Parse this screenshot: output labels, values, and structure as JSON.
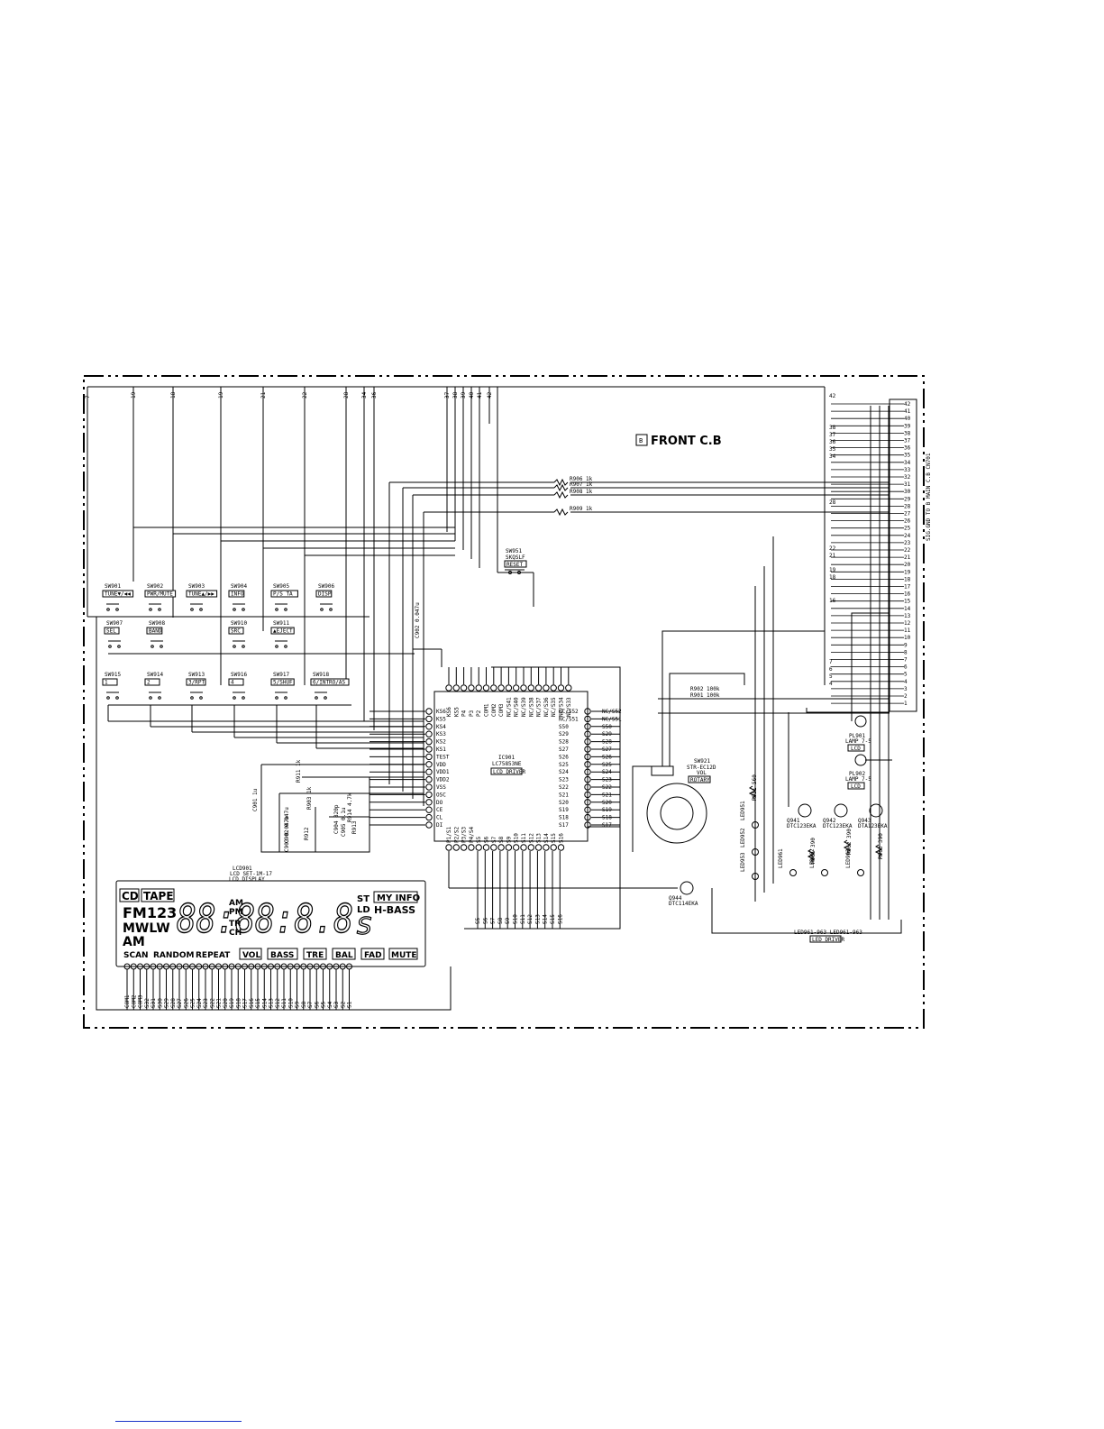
{
  "board": {
    "marker": "B",
    "title": "FRONT C.B"
  },
  "connector_side_note": "SIG.GND TO B MAIN C.B CN701",
  "top_bus_labels": [
    "7",
    "19",
    "18",
    "19",
    "21",
    "22",
    "28",
    "34",
    "36",
    "37",
    "38",
    "39",
    "40",
    "41",
    "42"
  ],
  "right_connector_pins": [
    "42",
    "41",
    "40",
    "39",
    "38",
    "37",
    "36",
    "35",
    "34",
    "33",
    "32",
    "31",
    "30",
    "29",
    "28",
    "27",
    "26",
    "25",
    "24",
    "23",
    "22",
    "21",
    "20",
    "19",
    "18",
    "17",
    "16",
    "15",
    "14",
    "13",
    "12",
    "11",
    "10",
    "9",
    "8",
    "7",
    "6",
    "5",
    "4",
    "3",
    "2",
    "1"
  ],
  "right_bus_labels": [
    "42",
    "38",
    "37",
    "36",
    "35",
    "34",
    "28",
    "22",
    "21",
    "19",
    "18",
    "16",
    "7",
    "6",
    "5",
    "4"
  ],
  "switch_row1": [
    {
      "ref": "SW901",
      "label": "TUNE▼/◀◀"
    },
    {
      "ref": "SW902",
      "label": "PWR/MUTE"
    },
    {
      "ref": "SW903",
      "label": "TUNE▲/▶▶"
    },
    {
      "ref": "SW904",
      "label": "INFO"
    },
    {
      "ref": "SW905",
      "label": "P/S  TA"
    },
    {
      "ref": "SW906",
      "label": "DISP"
    }
  ],
  "switch_row2": [
    {
      "ref": "SW907",
      "label": "SEL"
    },
    {
      "ref": "SW908",
      "label": "BAND"
    },
    {
      "ref": "SW910",
      "label": "SRC"
    },
    {
      "ref": "SW911",
      "label": "▲EJECT"
    }
  ],
  "switch_row3": [
    {
      "ref": "SW915",
      "label": "1"
    },
    {
      "ref": "SW914",
      "label": "2"
    },
    {
      "ref": "SW913",
      "label": "3/RPT"
    },
    {
      "ref": "SW916",
      "label": "4"
    },
    {
      "ref": "SW917",
      "label": "5/SHUF"
    },
    {
      "ref": "SW918",
      "label": "6/INTRO/AS"
    }
  ],
  "reset_switch": {
    "ref": "SW951",
    "value": "SKQSLF",
    "label": "RESET"
  },
  "resistors_top": [
    "R906 1k",
    "R907 1k",
    "R908 1k",
    "R909 1k"
  ],
  "resistors_mid": [
    "R901 100k",
    "R902 100k"
  ],
  "ic": {
    "ref": "IC901",
    "part": "LC75853NE",
    "label": "LCD DRIVER",
    "pins_left": [
      "KS6",
      "KS5",
      "KS4",
      "KS3",
      "KS2",
      "KS1",
      "TEST",
      "VDD",
      "VDD1",
      "VDD2",
      "VSS",
      "OSC",
      "DO",
      "CE",
      "CL",
      "DI"
    ],
    "pins_right": [
      "NC/S52",
      "NC/S51",
      "S50",
      "S29",
      "S28",
      "S27",
      "S26",
      "S25",
      "S24",
      "S23",
      "S22",
      "S21",
      "S20",
      "S19",
      "S18",
      "S17"
    ],
    "pins_top": [
      "KS6",
      "KS5",
      "P4",
      "P3",
      "P2",
      "COM1",
      "COM2",
      "COM3",
      "NC/S41",
      "NC/S40",
      "NC/S39",
      "NC/S38",
      "NC/S37",
      "NC/S36",
      "NC/S35",
      "NC/S34",
      "NC/S33"
    ],
    "pins_bottom": [
      "P1/S1",
      "P2/S2",
      "P3/S3",
      "P4/S4",
      "S5",
      "S6",
      "S7",
      "S8",
      "S9",
      "S10",
      "S11",
      "S12",
      "S13",
      "S14",
      "S15",
      "S16"
    ]
  },
  "ic_passives": [
    "R911 1k",
    "C901 1u",
    "C902 0.047u",
    "R903 1k",
    "C903 0.047u",
    "R912",
    "C904 820p",
    "R914 4.7k",
    "C905 0.1u",
    "R913"
  ],
  "lcd_ref": {
    "ref": "LCD901",
    "part": "LCD SET-1M-17",
    "label": "LCD DISPLAY"
  },
  "lcd_segments": {
    "cd": "CD",
    "tape": "TAPE",
    "fm": "FM123",
    "mwlw": "MWLW",
    "am": "AM",
    "am_small": "AM",
    "pm_small": "PM",
    "tr": "TR",
    "ch": "CH",
    "digits": "88:88:8.8",
    "s_char": "S",
    "st": "ST",
    "ld": "LD",
    "myinfo": "MY INFO",
    "hbass": "H-BASS",
    "scan": "SCAN",
    "random": "RANDOM",
    "repeat": "REPEAT",
    "vol": "VOL",
    "bass": "BASS",
    "tre": "TRE",
    "bal": "BAL",
    "fad": "FAD",
    "mute": "MUTE"
  },
  "lcd_bottom_pins": [
    "COM1",
    "COM2",
    "COM3",
    "S32",
    "S31",
    "S30",
    "S29",
    "S28",
    "S27",
    "S26",
    "S25",
    "S24",
    "S23",
    "S22",
    "S21",
    "S20",
    "S19",
    "S18",
    "S17",
    "S16",
    "S15",
    "S14",
    "S13",
    "S12",
    "S11",
    "S10",
    "S9",
    "S8",
    "S7",
    "S6",
    "S5",
    "S4",
    "S3",
    "S2",
    "S1"
  ],
  "ic_bottom_bus": [
    "S5",
    "S6",
    "S7",
    "S8",
    "S9",
    "S10",
    "S11",
    "S12",
    "S13",
    "S14",
    "S15",
    "S16"
  ],
  "encoder": {
    "ref": "SW921",
    "part": "STR-EC12D",
    "label": "VOL",
    "note": "ROTARY"
  },
  "lamps": [
    {
      "ref": "PL901",
      "part": "LAMP 7-5",
      "label": "LCD"
    },
    {
      "ref": "PL902",
      "part": "LAMP 7-5",
      "label": "LCD"
    }
  ],
  "transistors": [
    {
      "ref": "Q941",
      "part": "DTC123EKA"
    },
    {
      "ref": "Q942",
      "part": "DTC123EKA"
    },
    {
      "ref": "Q943",
      "part": "DTA123EKA"
    },
    {
      "ref": "Q944",
      "part": "DTC114EKA"
    }
  ],
  "led_resistors": [
    "R961 390",
    "R962 390",
    "R963 390",
    "R951 560"
  ],
  "leds": [
    "LED951",
    "LED952",
    "LED953",
    "LED961",
    "LED962",
    "LED963"
  ],
  "led_group_label": {
    "refs": "LED961-963 LED961-963",
    "label": "LED DRIVER"
  }
}
